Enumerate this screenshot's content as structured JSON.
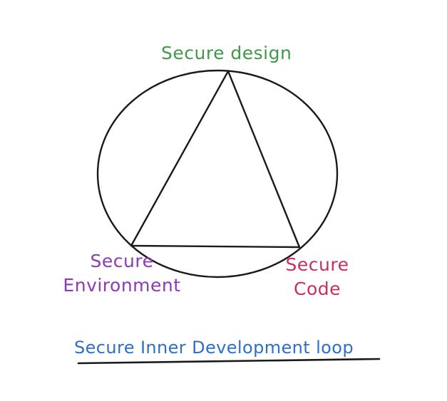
{
  "diagram": {
    "top_label": "Secure design",
    "left_label": [
      "Secure",
      "Environment"
    ],
    "right_label": [
      "Secure",
      "Code"
    ],
    "title": "Secure Inner Development loop"
  },
  "colors": {
    "design": "#3d9a46",
    "environment": "#8e3ab8",
    "code": "#c62f5f",
    "title": "#2f6fc4",
    "stroke": "#1a1a1a"
  }
}
